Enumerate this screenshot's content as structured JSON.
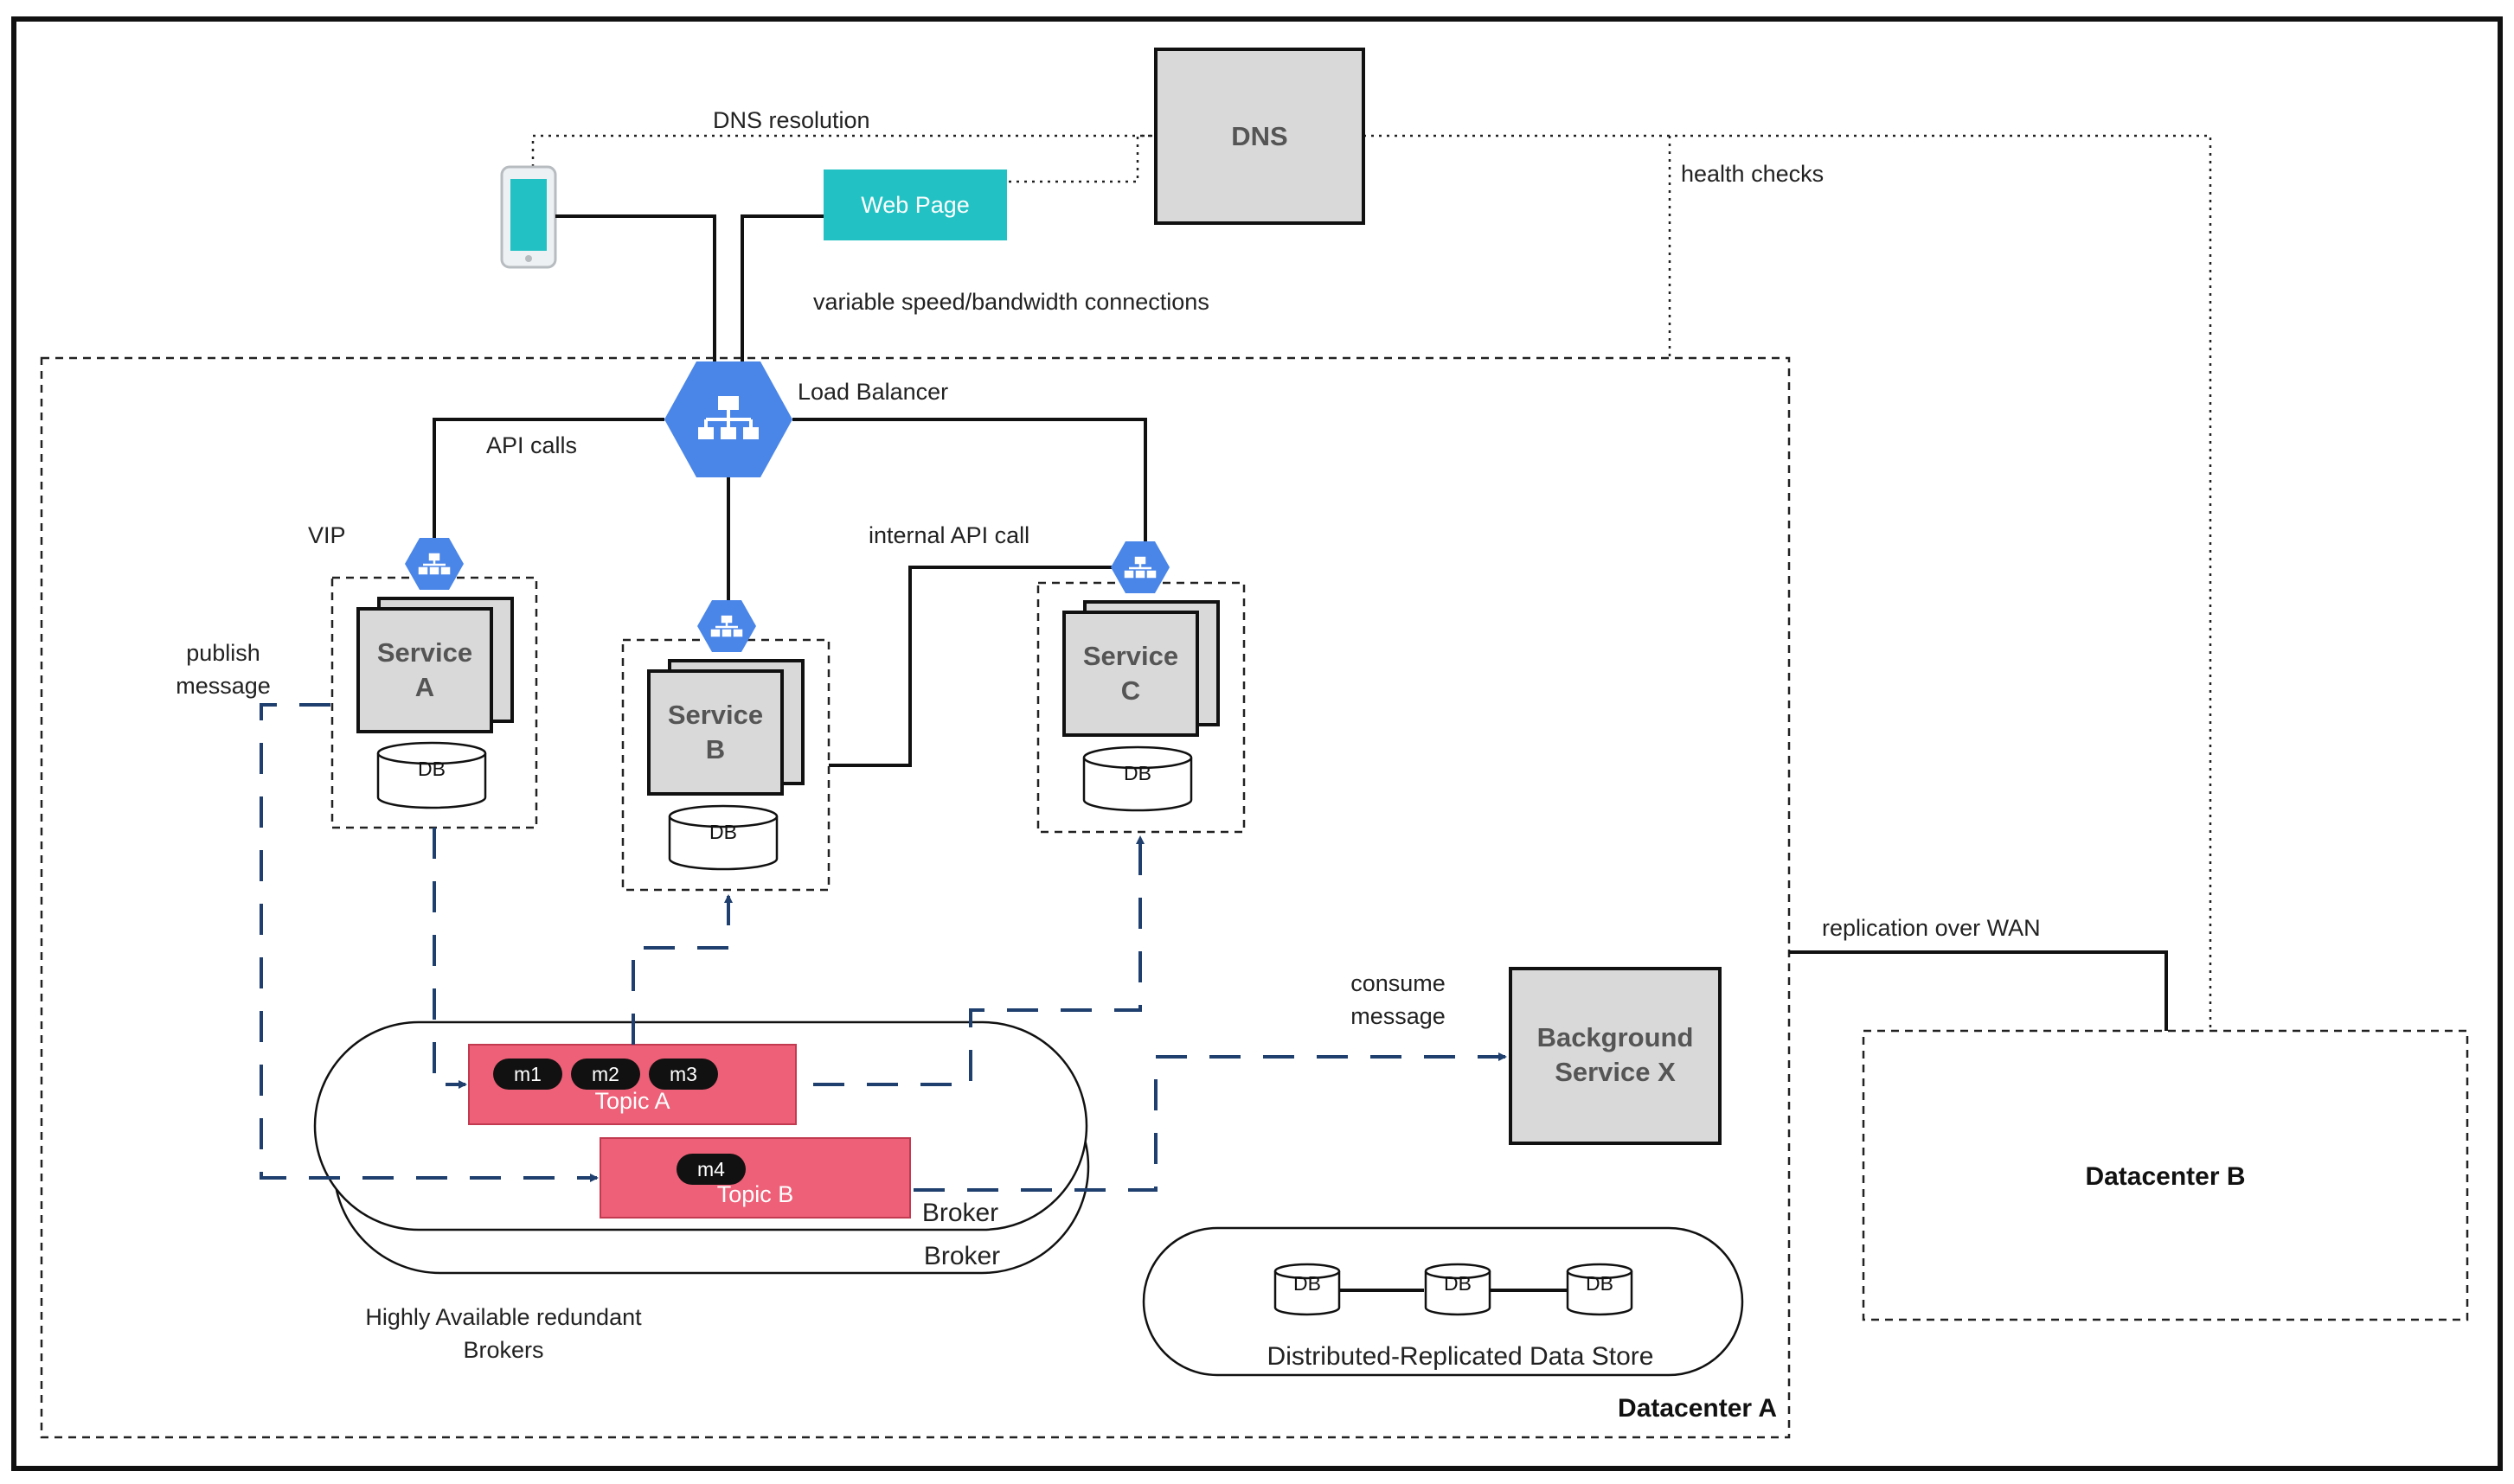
{
  "labels": {
    "dns": "DNS",
    "dns_resolution": "DNS resolution",
    "web_page": "Web Page",
    "health_checks": "health checks",
    "variable_speed": "variable speed/bandwidth connections",
    "load_balancer": "Load Balancer",
    "api_calls": "API calls",
    "vip": "VIP",
    "internal_api_call": "internal API call",
    "publish_message_line1": "publish",
    "publish_message_line2": "message",
    "consume_message_line1": "consume",
    "consume_message_line2": "message",
    "replication_over_wan": "replication over WAN",
    "ha_brokers_line1": "Highly Available redundant",
    "ha_brokers_line2": "Brokers",
    "datacenter_a": "Datacenter A",
    "datacenter_b": "Datacenter B",
    "distributed_store": "Distributed-Replicated Data  Store",
    "broker_front": "Broker",
    "broker_back": "Broker"
  },
  "services": [
    {
      "line1": "Service",
      "line2": "A",
      "db": "DB"
    },
    {
      "line1": "Service",
      "line2": "B",
      "db": "DB"
    },
    {
      "line1": "Service",
      "line2": "C",
      "db": "DB"
    }
  ],
  "background_service": {
    "line1": "Background",
    "line2": "Service X"
  },
  "topics": [
    {
      "name": "Topic A",
      "messages": [
        "m1",
        "m2",
        "m3"
      ]
    },
    {
      "name": "Topic B",
      "messages": [
        "m4"
      ]
    }
  ],
  "data_store_nodes": [
    "DB",
    "DB",
    "DB"
  ],
  "colors": {
    "teal": "#22c1c3",
    "gcp_blue": "#4a86e8",
    "topic_pink": "#ee6077",
    "box_gray": "#d9d9d9",
    "flow_navy": "#1f3f6e"
  },
  "icons": {
    "phone": "mobile-phone-icon",
    "load_balancer": "load-balancer-icon",
    "vip": "vip-icon"
  }
}
